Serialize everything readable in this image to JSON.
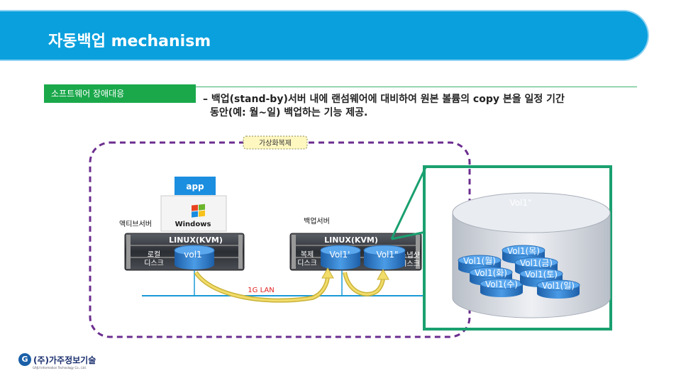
{
  "header": {
    "title": "자동백업 mechanism"
  },
  "section": {
    "tag": "소프트웨어 장애대응",
    "description_line1": "– 백업(stand-by)서버 내에 랜섬웨어에 대비하여 원본 볼륨의 copy 본을 일정 기간",
    "description_line2": "동안(예: 월~일) 백업하는 기능 제공."
  },
  "diagram": {
    "virtual_replication_label": "가상화복제",
    "app_label": "app",
    "windows_label": "Windows",
    "active_server_label": "액티브서버",
    "backup_server_label": "백업서버",
    "linux_kvm_left": "LINUX(KVM)",
    "linux_kvm_right": "LINUX(KVM)",
    "local_disk_label_1": "로컬",
    "local_disk_label_2": "디스크",
    "replica_disk_label_1": "복제",
    "replica_disk_label_2": "디스크",
    "snapshot_disk_label_1": "스냅샷",
    "snapshot_disk_label_2": "디스크",
    "vol1": "vol1",
    "vol1_prime": "Vol1'",
    "vol1_dprime": "Vol1\"",
    "lan_label": "1G LAN",
    "big_volume_label": "Vol1\"",
    "snapshots": [
      "Vol1(월)",
      "Vol1(화)",
      "Vol1(수)",
      "Vol1(목)",
      "Vol1(금)",
      "Vol1(토)",
      "Vol1(일)"
    ]
  },
  "footer": {
    "logo_circle": "G",
    "logo_text": "(주)가주정보기술",
    "logo_sub": "GAJU Information Technology Co., Ltd."
  },
  "colors": {
    "title_bar": "#0aa0dd",
    "section_tag": "#1aa84b",
    "dashed_border": "#6b2d8f",
    "green_frame": "#1aa070",
    "cylinder": "#2f80d0",
    "lan": "#e02020"
  }
}
